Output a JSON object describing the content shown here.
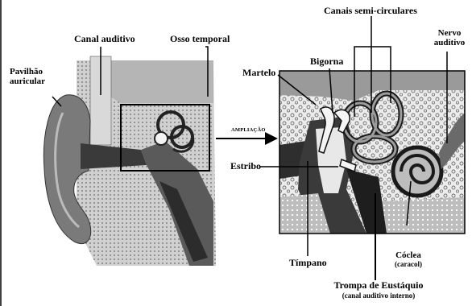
{
  "labels": {
    "canal_auditivo": "Canal auditivo",
    "osso_temporal": "Osso temporal",
    "pavilhao_1": "Pavilhão",
    "pavilhao_2": "auricular",
    "canais": "Canais semi-circulares",
    "nervo_1": "Nervo",
    "nervo_2": "auditivo",
    "bigorna": "Bigorna",
    "martelo": "Martelo",
    "ampliacao": "AMPLIAÇÃO",
    "estribo": "Estribo",
    "timpano": "Tímpano",
    "coclea": "Cóclea",
    "coclea_sub": "(caracol)",
    "trompa": "Trompa de Eustáquio",
    "trompa_sub": "(canal auditivo interno)"
  },
  "colors": {
    "ink": "#000000",
    "bone_light": "#e6e6e6",
    "bone_pattern": "#8a8a8a",
    "skin": "#7d7d7d",
    "canal": "#3c3c3c",
    "sky": "#9a9a9a"
  }
}
